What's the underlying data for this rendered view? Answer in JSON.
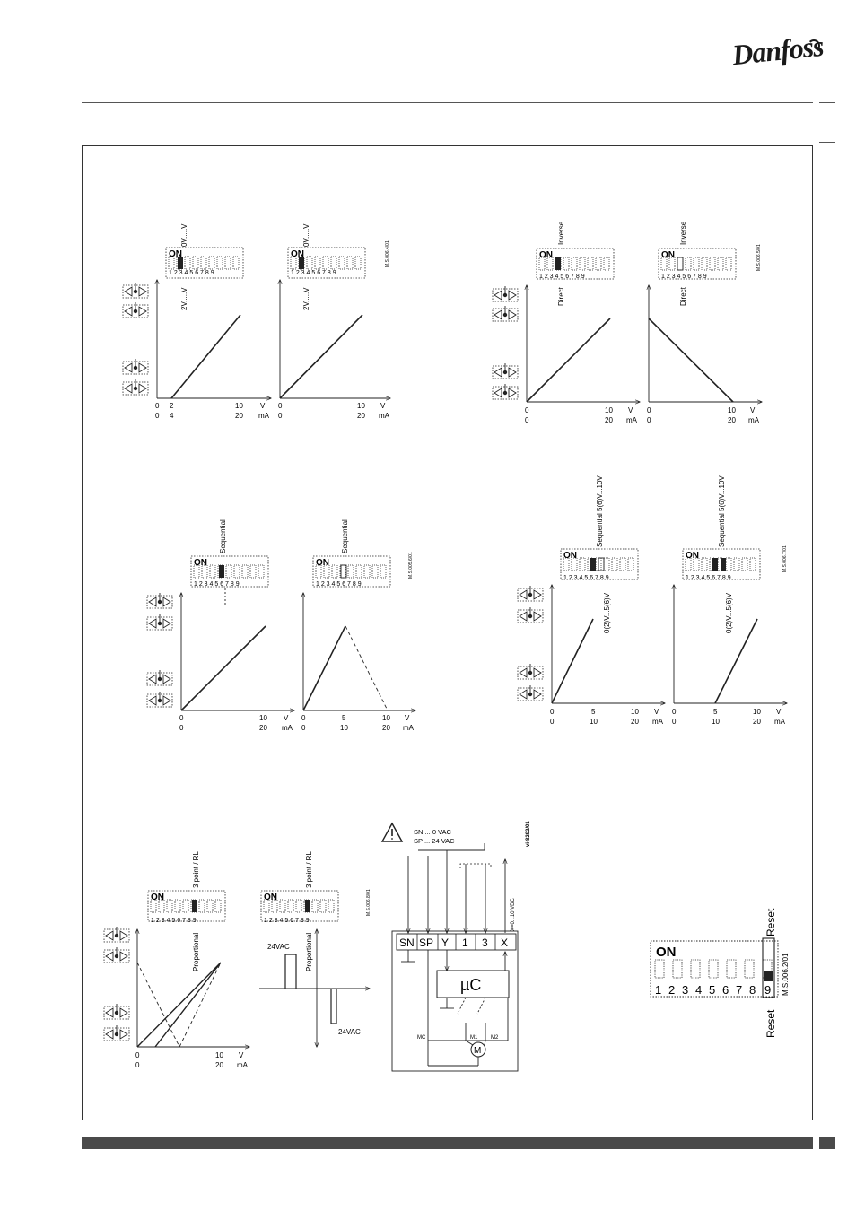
{
  "brand": {
    "logo_text": "Danfoss"
  },
  "panels": {
    "p1": {
      "code": "M.S.006.4/01",
      "top_label": "0V.....V",
      "bottom_label": "2V.....V",
      "switch_label": "ON",
      "switch_numbers": "1 2 3 4 5 6 7 8 9",
      "x_v": [
        "0",
        "2",
        "10",
        "V"
      ],
      "x_ma": [
        "0",
        "4",
        "20",
        "mA"
      ],
      "x_v_b": [
        "0",
        "10",
        "V"
      ],
      "x_ma_b": [
        "0",
        "20",
        "mA"
      ]
    },
    "p2": {
      "code": "M.S.006.5/01",
      "top_label": "Inverse",
      "bottom_label": "Direct",
      "switch_label": "ON",
      "switch_numbers": "1 2 3 4 5 6 7 8 9",
      "x_v": [
        "0",
        "10",
        "V"
      ],
      "x_ma": [
        "0",
        "20",
        "mA"
      ]
    },
    "p3": {
      "code": "M.S.005.6/01",
      "top_label": "Sequential",
      "switch_label": "ON",
      "switch_numbers": "1 2 3 4 5 6 7 8 9",
      "x_v": [
        "0",
        "10",
        "V"
      ],
      "x_ma": [
        "0",
        "20",
        "mA"
      ],
      "x_v_b": [
        "0",
        "5",
        "10",
        "V"
      ],
      "x_ma_b": [
        "0",
        "10",
        "20",
        "mA"
      ]
    },
    "p4": {
      "code": "M.S.006.7/01",
      "top_label": "Sequential 5(6)V...10V",
      "bottom_label": "0(2)V...5(6)V",
      "switch_label": "ON",
      "switch_numbers": "1 2 3 4 5 6 7 8 9",
      "x_v": [
        "0",
        "5",
        "10",
        "V"
      ],
      "x_ma": [
        "0",
        "10",
        "20",
        "mA"
      ]
    },
    "p5": {
      "code": "M.S.006.8/01",
      "top_label": "3 point / RL",
      "bottom_label": "Proportional",
      "switch_label": "ON",
      "switch_numbers": "1 2 3 4 5 6 7 8 9",
      "x_v": [
        "0",
        "10",
        "V"
      ],
      "x_ma": [
        "0",
        "20",
        "mA"
      ],
      "vac_top": "24VAC",
      "vac_bottom": "24VAC"
    },
    "wiring": {
      "code": "vi-8292/01",
      "legend_sn": "SN  ...   0  VAC",
      "legend_sp": "SP  ...  24  VAC",
      "terminals": [
        "SN",
        "SP",
        "Y",
        "1",
        "3",
        "X"
      ],
      "controller": "µC",
      "x_label": "X=0...10 VDC",
      "mc": "MC",
      "m1": "M1",
      "m2": "M2",
      "motor": "M"
    },
    "reset": {
      "code": "M.S.006.2/01",
      "switch_label": "ON",
      "switch_numbers": [
        "1",
        "2",
        "3",
        "4",
        "5",
        "6",
        "7",
        "8",
        "9"
      ],
      "top_label": "Reset",
      "bottom_label": "Reset"
    }
  }
}
